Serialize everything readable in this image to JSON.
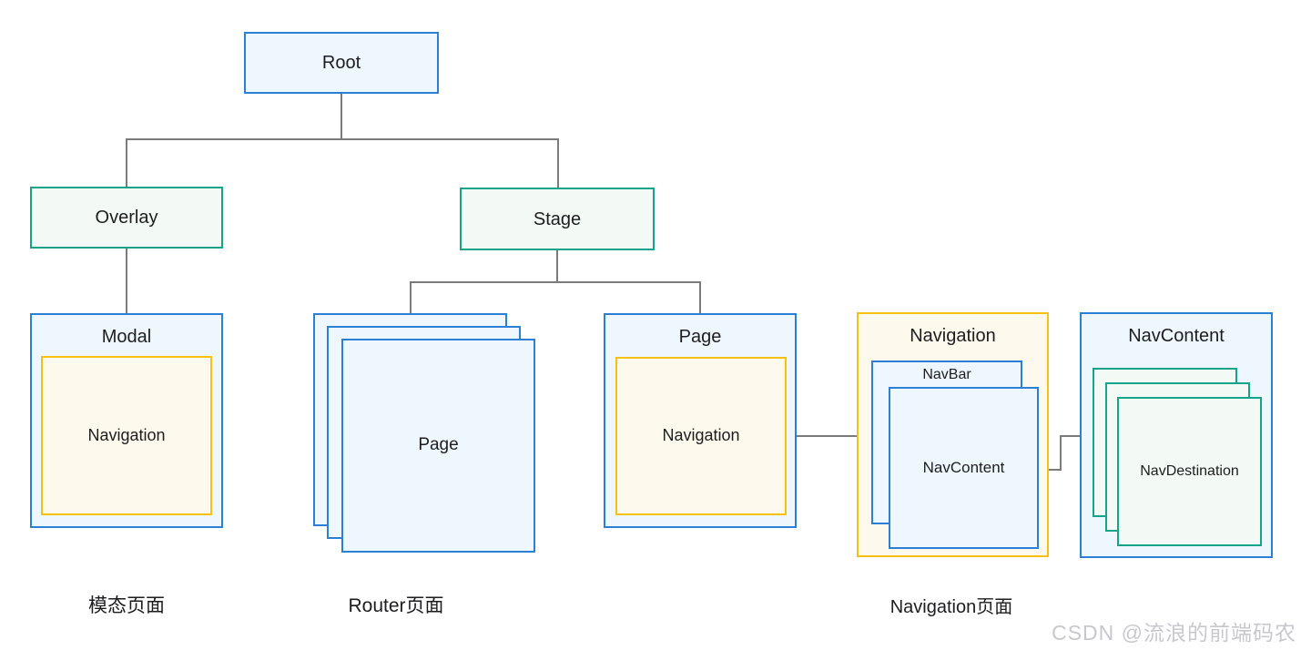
{
  "nodes": {
    "root": "Root",
    "overlay": "Overlay",
    "stage": "Stage",
    "modal": "Modal",
    "modal_inner_navigation": "Navigation",
    "router_stack_page": "Page",
    "page": "Page",
    "page_inner_navigation": "Navigation",
    "navigation": "Navigation",
    "navigation_navbar": "NavBar",
    "navigation_navcontent": "NavContent",
    "navcontent": "NavContent",
    "navcontent_navdestination": "NavDestination"
  },
  "captions": {
    "modal_page": "模态页面",
    "router_page": "Router页面",
    "navigation_page": "Navigation页面"
  },
  "watermark": "CSDN @流浪的前端码农",
  "colors": {
    "blue-border": "#2b7fd4",
    "blue-fill": "#eff7fe",
    "teal-border": "#15a38a",
    "teal-fill": "#f3faf6",
    "gold-border": "#f6c111",
    "gold-fill": "#fdf9ec",
    "line": "#7b7b7b",
    "text": "#1d1d1f",
    "watermark": "#c8c8cc"
  }
}
